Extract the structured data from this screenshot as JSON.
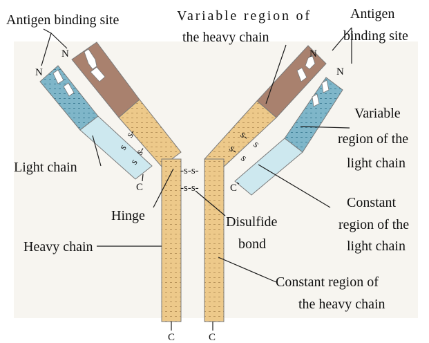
{
  "labels": {
    "antigen_left": "Antigen binding site",
    "variable_heavy_1": "Variable region of",
    "variable_heavy_2": "the heavy chain",
    "antigen_right_1": "Antigen",
    "antigen_right_2": "binding site",
    "variable_light_1": "Variable",
    "variable_light_2": "region of the",
    "variable_light_3": "light chain",
    "light_chain": "Light chain",
    "hinge": "Hinge",
    "disulfide_1": "Disulfide",
    "disulfide_2": "bond",
    "heavy_chain": "Heavy chain",
    "constant_light_1": "Constant",
    "constant_light_2": "region of the",
    "constant_light_3": "light chain",
    "constant_heavy_1": "Constant region of",
    "constant_heavy_2": "the heavy chain"
  },
  "terminals": {
    "n": "N",
    "c": "C",
    "ss": "-s-s-",
    "s": "s",
    "s_dash": "s-"
  },
  "colors": {
    "variable_heavy": "#a9816e",
    "constant_heavy": "#edc98a",
    "variable_light": "#7fb6c9",
    "constant_light": "#cde8ef",
    "background_panel": "#f1ede4"
  }
}
